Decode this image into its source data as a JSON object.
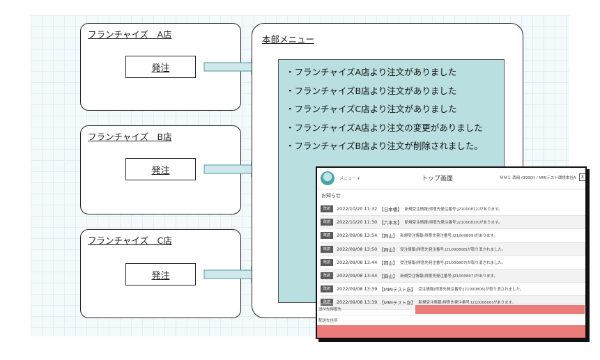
{
  "stores": [
    {
      "title": "フランチャイズ　A店",
      "button": "発注"
    },
    {
      "title": "フランチャイズ　B店",
      "button": "発注"
    },
    {
      "title": "フランチャイズ　C店",
      "button": "発注"
    }
  ],
  "hq": {
    "title": "本部メニュー",
    "messages": [
      "・フランチャイズA店より注文がありました",
      "・フランチャイズB店より注文がありました",
      "・フランチャイズC店より注文がありました",
      "・フランチャイズA店より注文の変更がありました",
      "・フランチャイズB店より注文が削除されました。"
    ]
  },
  "screenshot": {
    "menu": "メニュー ▾",
    "title": "トップ画面",
    "user": "ＭＭ１ 西岡 (9990I) / MMIテスト環境本社A",
    "close": "Ｘ",
    "notice_label": "お知らせ",
    "rows": [
      {
        "badge": "既読",
        "date": "2022/10/20 11:32",
        "shop": "【日本橋】",
        "text": "新規受注情報(得意先発注番号:J21000812)があります。"
      },
      {
        "badge": "既読",
        "date": "2022/10/20 11:30",
        "shop": "【六本木】",
        "text": "新規受注情報(得意先発注番号:J21000810)があります。"
      },
      {
        "badge": "既読",
        "date": "2022/09/08 13:54",
        "shop": "【岡山】",
        "text": "新規受注情報(得意先発注番号:J21000809)があります。"
      },
      {
        "badge": "既読",
        "date": "2022/09/08 13:50",
        "shop": "【岡山】",
        "text": "受注情報(得意先発注番号:J21000808)が取り消されました。"
      },
      {
        "badge": "既読",
        "date": "2022/09/08 13:44",
        "shop": "【岡山】",
        "text": "受注情報(得意先発注番号:J21000807)が取り消されました。"
      },
      {
        "badge": "既読",
        "date": "2022/09/08 13:44",
        "shop": "【岡山】",
        "text": "新規受注情報(得意先発注番号:J21000807)があります。"
      },
      {
        "badge": "既読",
        "date": "2022/09/08 13:39",
        "shop": "【MMIテスト店】",
        "text": "受注情報(得意先発注番号:J21000806)が取り消されました。"
      },
      {
        "badge": "既読",
        "date": "2022/09/08 13:39",
        "shop": "【MMIテスト店】",
        "text": "新規受注情報(得意先発注番号:J21000806)があります。"
      }
    ],
    "form_labels": [
      "送付先得意先",
      "配送先住所"
    ]
  },
  "colors": {
    "panel": "#b9dfe1",
    "arrow_fill": "#cfe8ec",
    "arrow_stroke": "#6aa9b4",
    "alert": "#ea7c79"
  }
}
